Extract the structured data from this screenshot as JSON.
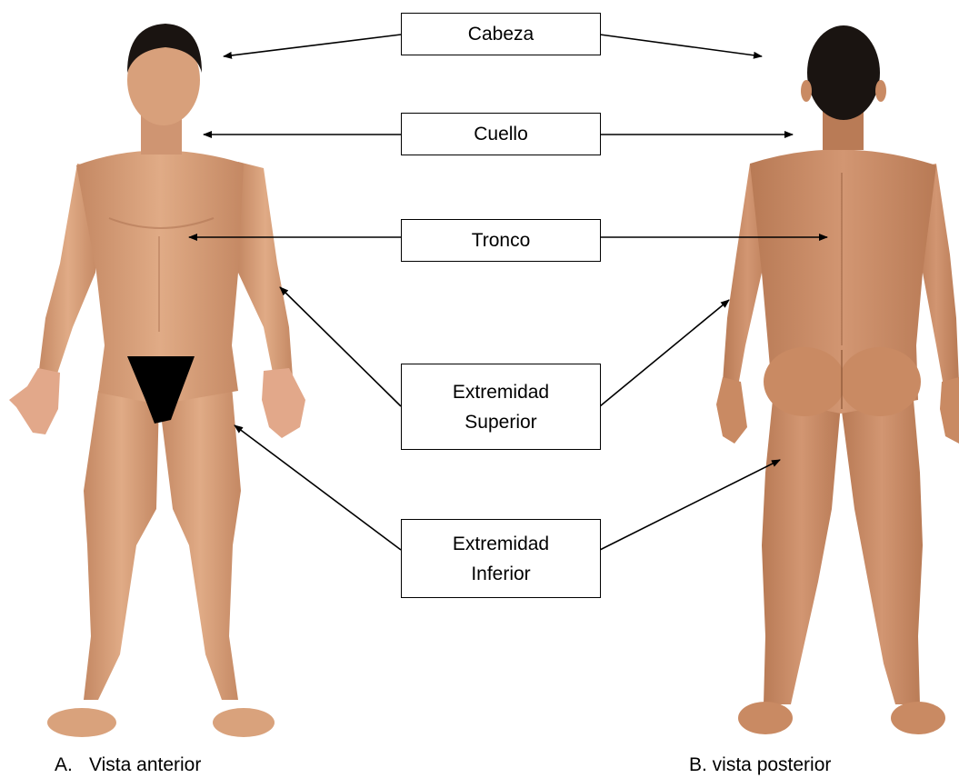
{
  "labels": {
    "head": "Cabeza",
    "neck": "Cuello",
    "trunk": "Tronco",
    "upper_limb": {
      "line1": "Extremidad",
      "line2": "Superior"
    },
    "lower_limb": {
      "line1": "Extremidad",
      "line2": "Inferior"
    }
  },
  "captions": {
    "anterior": {
      "letter": "A.",
      "text": "Vista anterior"
    },
    "posterior": {
      "text": "B. vista posterior"
    }
  },
  "colors": {
    "skin": "#d9a27c",
    "skin_shadow": "#c08460",
    "hair": "#1a1411",
    "cover": "#000000",
    "line": "#000000"
  }
}
